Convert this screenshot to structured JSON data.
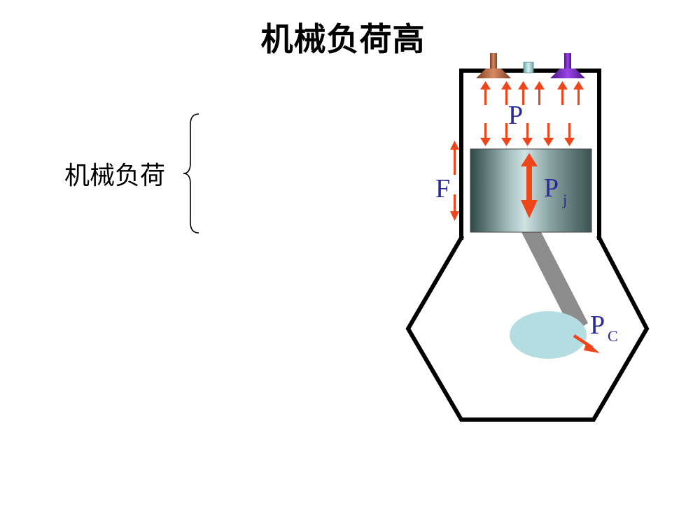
{
  "title": "机械负荷高",
  "side_label": "机械负荷",
  "labels": {
    "gas_pressure": "P",
    "friction": "F",
    "inertia_main": "P",
    "inertia_sub": "j",
    "conrod_main": "P",
    "conrod_sub": "C"
  },
  "colors": {
    "arrow": "#f0441a",
    "label": "#2b2b95",
    "frame": "#000000",
    "rod": "#8c8c8c",
    "crank": "#b4dde2",
    "intake_valve": "#b96a45",
    "injector": "#a9dcdc",
    "exhaust_valve": "#7b22c8"
  }
}
